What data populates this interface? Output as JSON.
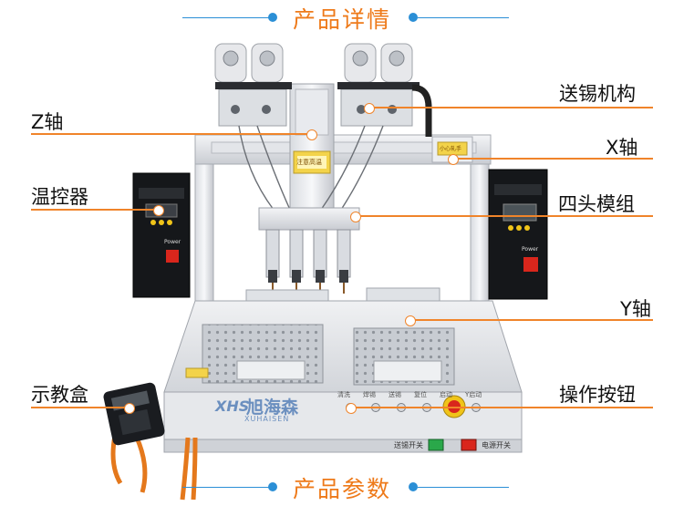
{
  "header_top": {
    "title": "产品详情"
  },
  "header_bottom": {
    "title": "产品参数"
  },
  "callouts": {
    "z_axis": "Z轴",
    "temp_controller": "温控器",
    "teach_box": "示教盒",
    "feed_mechanism": "送锡机构",
    "x_axis": "X轴",
    "four_head_module": "四头模组",
    "y_axis": "Y轴",
    "operation_buttons": "操作按钮"
  },
  "machine": {
    "brand_logo": "XHS",
    "brand_name": "旭海森",
    "brand_pinyin": "XUHAISEN",
    "controller_label": "Power",
    "switch_left": "送锡开关",
    "switch_right": "电源开关",
    "warning_left": "注意高温",
    "warning_right": "小心轧手",
    "button_labels": [
      "清洗",
      "焊锡",
      "送锡",
      "复位",
      "启动",
      "Y启动"
    ]
  },
  "colors": {
    "accent_orange": "#ee7a1a",
    "accent_blue": "#2b8fd6"
  }
}
